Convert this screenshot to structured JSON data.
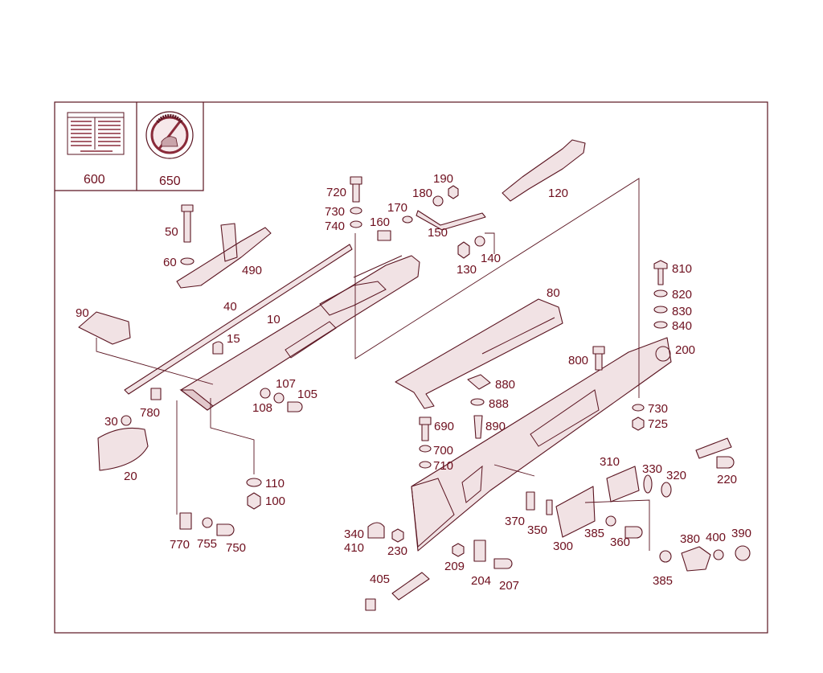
{
  "colors": {
    "line": "#5a1420",
    "label": "#6e0f1e",
    "fill": "#f1e2e4",
    "background": "#ffffff"
  },
  "inset_labels": {
    "label_600": "600",
    "label_650": "650"
  },
  "callouts": {
    "p10": "10",
    "p15": "15",
    "p20": "20",
    "p30": "30",
    "p40": "40",
    "p50": "50",
    "p60": "60",
    "p80": "80",
    "p90": "90",
    "p100": "100",
    "p105": "105",
    "p107": "107",
    "p108": "108",
    "p110": "110",
    "p120": "120",
    "p130": "130",
    "p140": "140",
    "p150": "150",
    "p160": "160",
    "p170": "170",
    "p180": "180",
    "p190": "190",
    "p200": "200",
    "p204": "204",
    "p207": "207",
    "p209": "209",
    "p220": "220",
    "p230": "230",
    "p300": "300",
    "p310": "310",
    "p320": "320",
    "p330": "330",
    "p340": "340",
    "p350": "350",
    "p360": "360",
    "p370": "370",
    "p380": "380",
    "p385a": "385",
    "p385b": "385",
    "p390": "390",
    "p400": "400",
    "p405": "405",
    "p410": "410",
    "p490": "490",
    "p690": "690",
    "p700": "700",
    "p710": "710",
    "p720": "720",
    "p725": "725",
    "p730a": "730",
    "p730b": "730",
    "p740": "740",
    "p750": "750",
    "p755": "755",
    "p770": "770",
    "p780": "780",
    "p800": "800",
    "p810": "810",
    "p820": "820",
    "p830": "830",
    "p840": "840",
    "p880": "880",
    "p888": "888",
    "p890": "890"
  }
}
